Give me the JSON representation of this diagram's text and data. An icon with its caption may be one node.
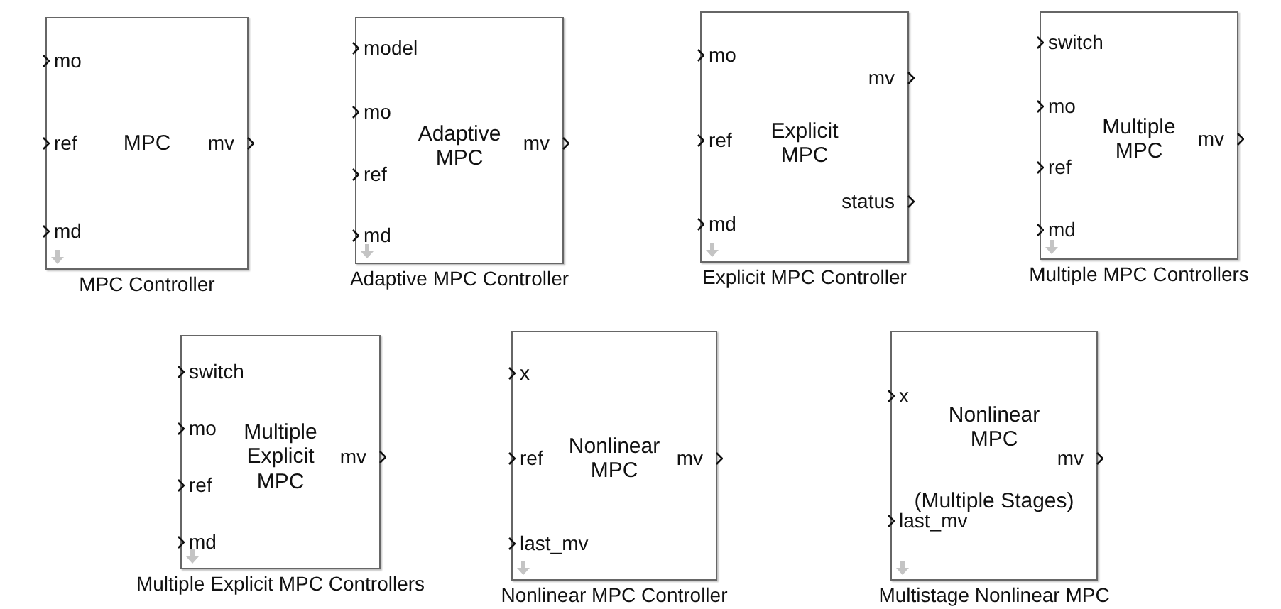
{
  "diagram": {
    "nodes": [
      {
        "text": [
          "mo",
          "ref",
          "md",
          "MPC",
          "mv",
          "MPC Controller"
        ]
      },
      {
        "text": [
          "model",
          "mo",
          "ref",
          "md",
          "Adaptive MPC",
          "mv",
          "Adaptive MPC Controller"
        ]
      },
      {
        "text": [
          "mo",
          "ref",
          "md",
          "Explicit MPC",
          "mv",
          "status",
          "Explicit MPC Controller"
        ]
      },
      {
        "text": [
          "switch",
          "mo",
          "ref",
          "md",
          "Multiple MPC",
          "mv",
          "Multiple MPC Controllers"
        ]
      },
      {
        "text": [
          "switch",
          "mo",
          "ref",
          "md",
          "Multiple Explicit MPC",
          "mv",
          "Multiple Explicit MPC Controllers"
        ]
      },
      {
        "text": [
          "x",
          "ref",
          "last_mv",
          "Nonlinear MPC",
          "mv",
          "Nonlinear MPC Controller"
        ]
      },
      {
        "text": [
          "x",
          "last_mv",
          "Nonlinear MPC",
          "(Multiple Stages)",
          "mv",
          "Multistage Nonlinear MPC"
        ]
      }
    ]
  }
}
